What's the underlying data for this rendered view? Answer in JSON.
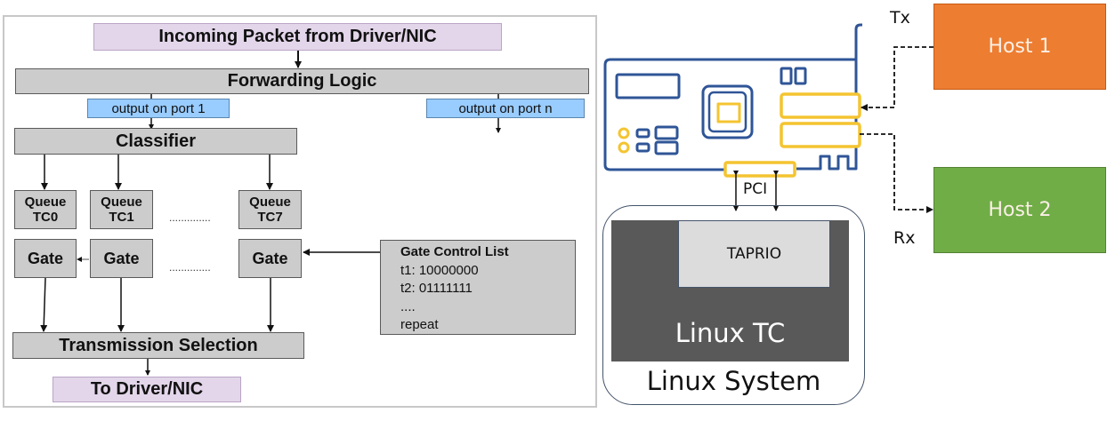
{
  "left_diagram": {
    "incoming": "Incoming Packet from Driver/NIC",
    "forwarding": "Forwarding Logic",
    "port1": "output on port 1",
    "portn": "output on port n",
    "classifier": "Classifier",
    "queues": [
      {
        "line1": "Queue",
        "line2": "TC0"
      },
      {
        "line1": "Queue",
        "line2": "TC1"
      },
      {
        "line1": "Queue",
        "line2": "TC7"
      }
    ],
    "gate_label": "Gate",
    "ellipsis": "..............",
    "gcl": {
      "title": "Gate Control List",
      "lines": [
        "t1: 10000000",
        "t2: 01111111",
        "....",
        "repeat"
      ]
    },
    "transmission": "Transmission Selection",
    "to_driver": "To Driver/NIC"
  },
  "right_diagram": {
    "pci_label": "PCI",
    "taprio": "TAPRIO",
    "linux_tc": "Linux TC",
    "linux_system": "Linux System",
    "tx_label": "Tx",
    "rx_label": "Rx",
    "host1": "Host 1",
    "host2": "Host 2",
    "colors": {
      "host1": "#ed7d31",
      "host2": "#70ad47",
      "nic_outline": "#2f5597",
      "nic_ports": "#f4c430"
    }
  }
}
